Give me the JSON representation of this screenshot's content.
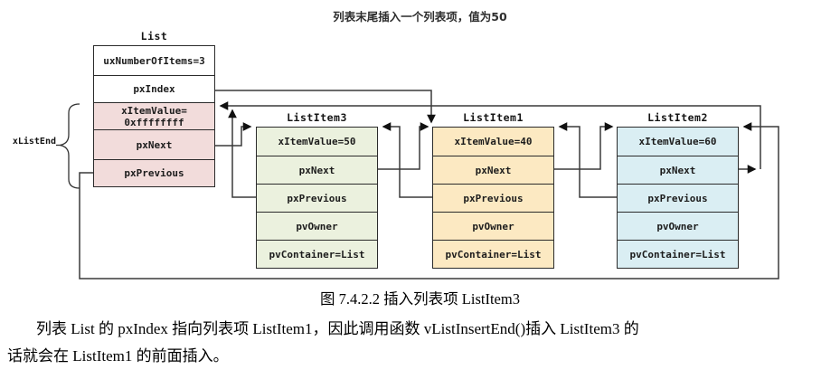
{
  "title": "列表末尾插入一个列表项，值为50",
  "caption": "图 7.4.2.2 插入列表项 ListItem3",
  "paragraph": {
    "lines": [
      "列表 List 的 pxIndex 指向列表项 ListItem1，因此调用函数 vListInsertEnd()插入 ListItem3 的",
      "话就会在 ListItem1 的前面插入。"
    ]
  },
  "diagram": {
    "xlistend_label": "xListEnd",
    "colors": {
      "list_end_pink": "#f2dcdb",
      "item3_green": "#ebf1de",
      "item1_yellow": "#fce9c2",
      "item2_blue": "#daeef3",
      "white": "#ffffff",
      "line": "#3a3a3a"
    },
    "list_box": {
      "title": "List",
      "rows": [
        "uxNumberOfItems=3",
        "pxIndex",
        "xItemValue=\n0xffffffff",
        "pxNext",
        "pxPrevious"
      ]
    },
    "item_boxes": [
      {
        "title": "ListItem3",
        "rows": [
          "xItemValue=50",
          "pxNext",
          "pxPrevious",
          "pvOwner",
          "pvContainer=List"
        ]
      },
      {
        "title": "ListItem1",
        "rows": [
          "xItemValue=40",
          "pxNext",
          "pxPrevious",
          "pvOwner",
          "pvContainer=List"
        ]
      },
      {
        "title": "ListItem2",
        "rows": [
          "xItemValue=60",
          "pxNext",
          "pxPrevious",
          "pvOwner",
          "pvContainer=List"
        ]
      }
    ]
  }
}
